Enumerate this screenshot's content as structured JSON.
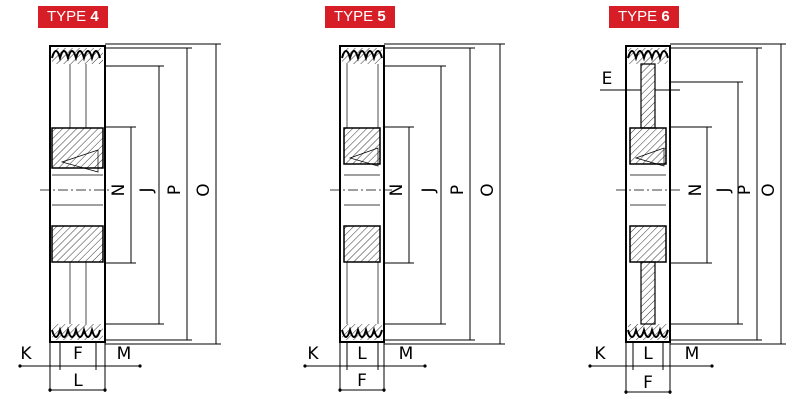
{
  "diagrams": [
    {
      "badge_prefix": "TYPE ",
      "badge_number": "4",
      "labels": {
        "n": "N",
        "j": "J",
        "p": "P",
        "o": "O",
        "k": "K",
        "f": "F",
        "m": "M",
        "l": "L"
      }
    },
    {
      "badge_prefix": "TYPE ",
      "badge_number": "5",
      "labels": {
        "n": "N",
        "j": "J",
        "p": "P",
        "o": "O",
        "k": "K",
        "l": "L",
        "m": "M",
        "f": "F"
      }
    },
    {
      "badge_prefix": "TYPE ",
      "badge_number": "6",
      "labels": {
        "e": "E",
        "n": "N",
        "j": "J",
        "p": "P",
        "o": "O",
        "k": "K",
        "l": "L",
        "m": "M",
        "f": "F"
      }
    }
  ],
  "colors": {
    "badge": "#d71d26",
    "line": "#000000"
  }
}
